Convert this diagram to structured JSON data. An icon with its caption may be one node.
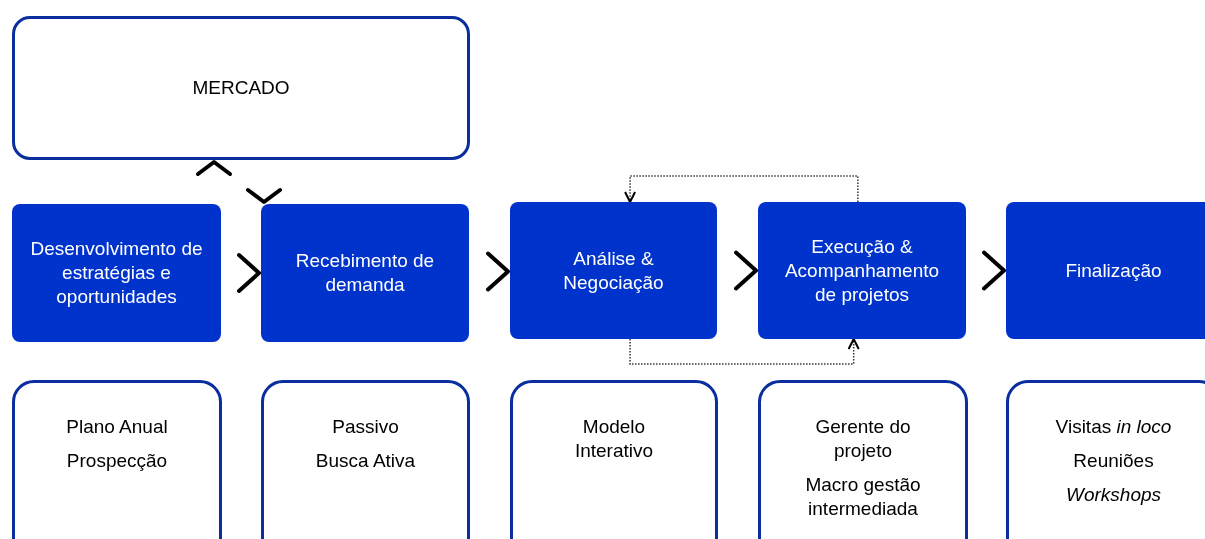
{
  "diagram": {
    "nodes": [
      {
        "text": [
          "MERCADO"
        ]
      },
      {
        "text": [
          "Desenvolvimento de estratégias e oportunidades"
        ]
      },
      {
        "text": [
          "Recebimento de demanda"
        ]
      },
      {
        "text": [
          "Análise & Negociação"
        ]
      },
      {
        "text": [
          "Execução & Acompanhamento de projetos"
        ]
      },
      {
        "text": [
          "Finalização"
        ]
      },
      {
        "text": [
          "Plano Anual",
          "Prospecção"
        ]
      },
      {
        "text": [
          "Passivo",
          "Busca Ativa"
        ]
      },
      {
        "text": [
          "Modelo Interativo"
        ]
      },
      {
        "text": [
          "Gerente do projeto",
          "Macro gestão intermediada"
        ]
      },
      {
        "text": [
          "Visitas *in loco*",
          "Reuniões",
          "Workshops"
        ]
      }
    ],
    "edges": [
      {
        "from": 1,
        "to": 0,
        "arrow": "to"
      },
      {
        "from": 0,
        "to": 2,
        "arrow": "to"
      },
      {
        "from": 1,
        "to": 2,
        "arrow": "to"
      },
      {
        "from": 2,
        "to": 3,
        "arrow": "to"
      },
      {
        "from": 3,
        "to": 4,
        "arrow": "to"
      },
      {
        "from": 4,
        "to": 5,
        "arrow": "to"
      },
      {
        "from": 4,
        "to": 3,
        "arrow": "to",
        "style": "dashed"
      },
      {
        "from": 3,
        "to": 4,
        "arrow": "to",
        "style": "dashed"
      }
    ]
  }
}
